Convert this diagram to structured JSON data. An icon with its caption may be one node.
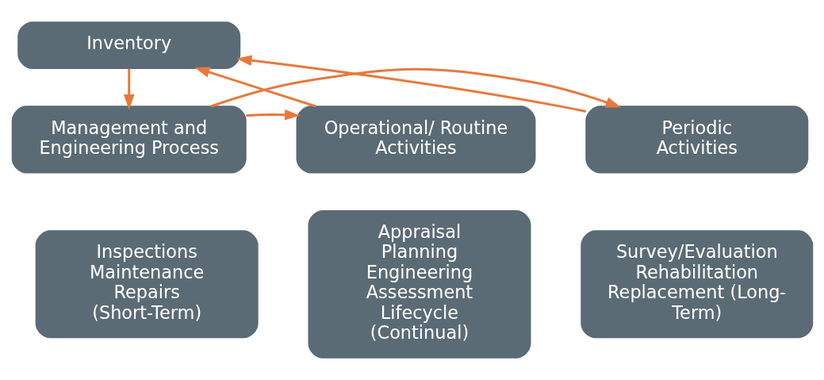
{
  "diagram": {
    "nodes": [
      {
        "text": [
          "Inventory"
        ]
      },
      {
        "text": [
          "Operational/ Routine Activities"
        ]
      },
      {
        "text": [
          "Management and Engineering Process"
        ]
      },
      {
        "text": [
          "Periodic Activities"
        ]
      },
      {
        "text": [
          "Inspections Maintenance Repairs (Short-Term)"
        ]
      },
      {
        "text": [
          "Appraisal Planning Engineering Assessment Lifecycle (Continual)"
        ]
      },
      {
        "text": [
          "Survey/Evaluation Rehabilitation Replacement (Long-Term)"
        ]
      }
    ],
    "edges": [
      {
        "from": 0,
        "to": 2,
        "arrow": "to"
      },
      {
        "from": 2,
        "to": 1,
        "arrow": "to"
      },
      {
        "from": 2,
        "to": 3,
        "arrow": "to"
      },
      {
        "from": 1,
        "to": 0,
        "arrow": "to"
      },
      {
        "from": 3,
        "to": 0,
        "arrow": "to"
      }
    ]
  }
}
